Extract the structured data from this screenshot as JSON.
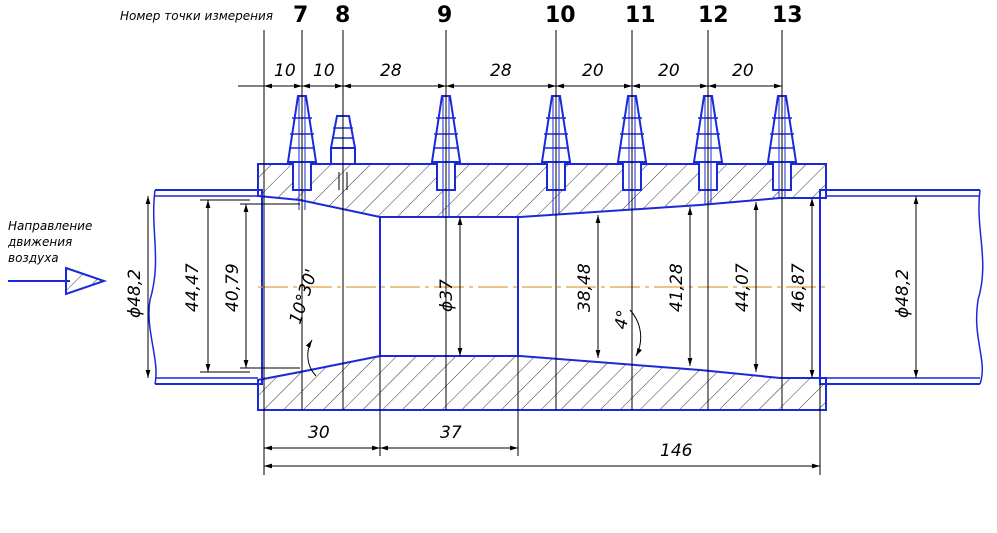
{
  "caption": "Номер точки измерения",
  "air_direction": [
    "Направление",
    "движения",
    "воздуха"
  ],
  "point_numbers": [
    "7",
    "8",
    "9",
    "10",
    "11",
    "12",
    "13"
  ],
  "top_spacings": [
    "10",
    "10",
    "28",
    "28",
    "20",
    "20",
    "20"
  ],
  "bottom_dims": [
    "30",
    "37",
    "146"
  ],
  "diameters": [
    "ϕ48,2",
    "44,47",
    "40,79",
    "ϕ37",
    "38,48",
    "41,28",
    "44,07",
    "46,87",
    "ϕ48,2"
  ],
  "angles": [
    "10°30'",
    "4°"
  ],
  "colors": {
    "outline": "#1a2ad8",
    "axis": "#e0a040",
    "dimension": "#000000"
  }
}
